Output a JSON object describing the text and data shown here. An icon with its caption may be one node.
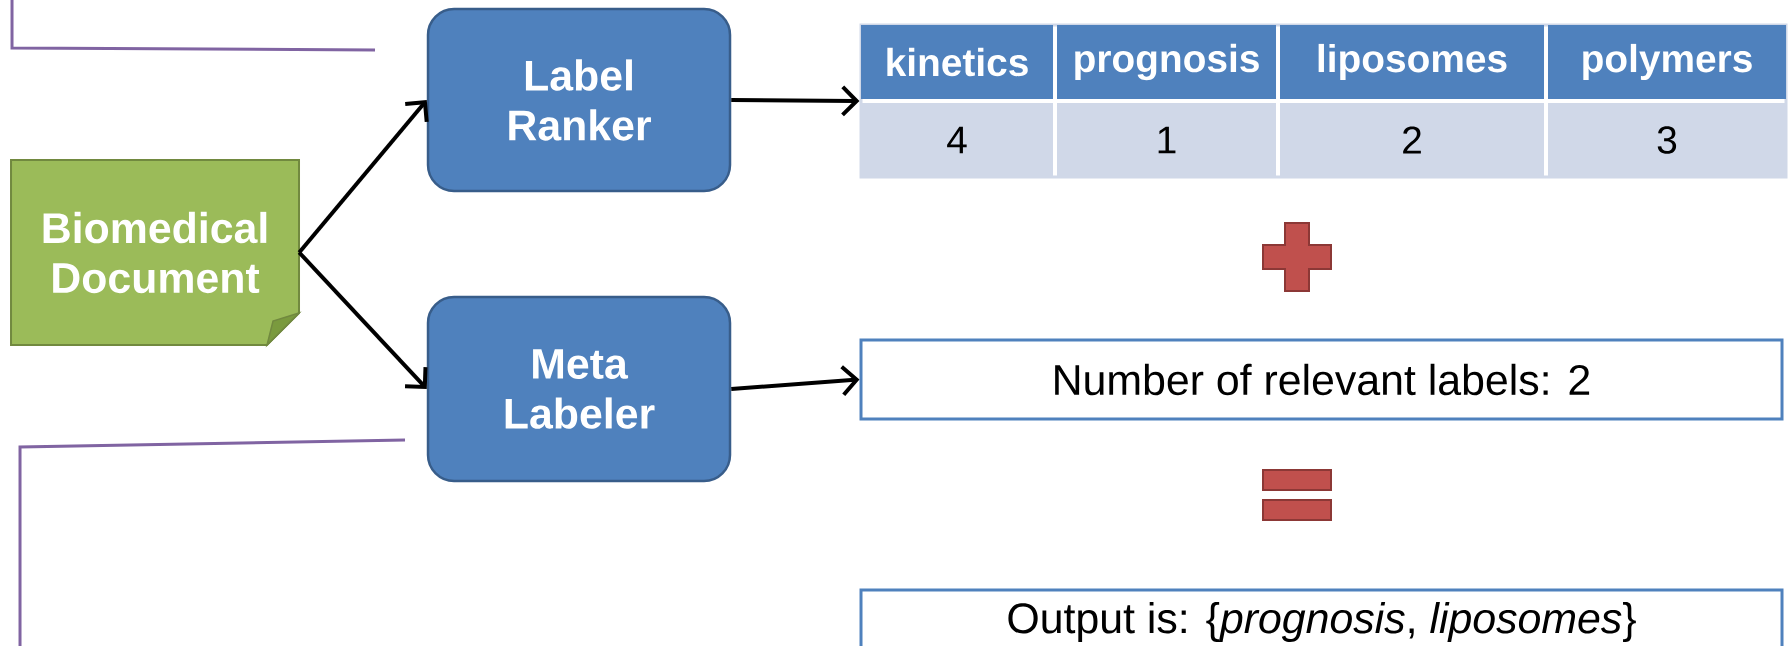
{
  "diagram": {
    "nodes": [
      {
        "text": [
          "Biomedical Document"
        ]
      },
      {
        "text": [
          "Label Ranker"
        ]
      },
      {
        "text": [
          "Meta Labeler"
        ]
      },
      {
        "text": [],
        "shape": "box"
      },
      {
        "text": [
          "Number of relevant labels: 2"
        ]
      },
      {
        "text": [
          "Output is: {*prognosis*, *liposomes*}"
        ]
      }
    ],
    "edges": [
      {
        "from": 0,
        "to": 1,
        "arrow": "to"
      },
      {
        "from": 0,
        "to": 2,
        "arrow": "to"
      },
      {
        "from": 1,
        "to": 3,
        "arrow": "to"
      },
      {
        "from": 2,
        "to": 4,
        "arrow": "to"
      }
    ],
    "labels": [
      "kinetics",
      "prognosis",
      "liposomes",
      "polymers",
      "4",
      "1",
      "2",
      "3"
    ]
  }
}
